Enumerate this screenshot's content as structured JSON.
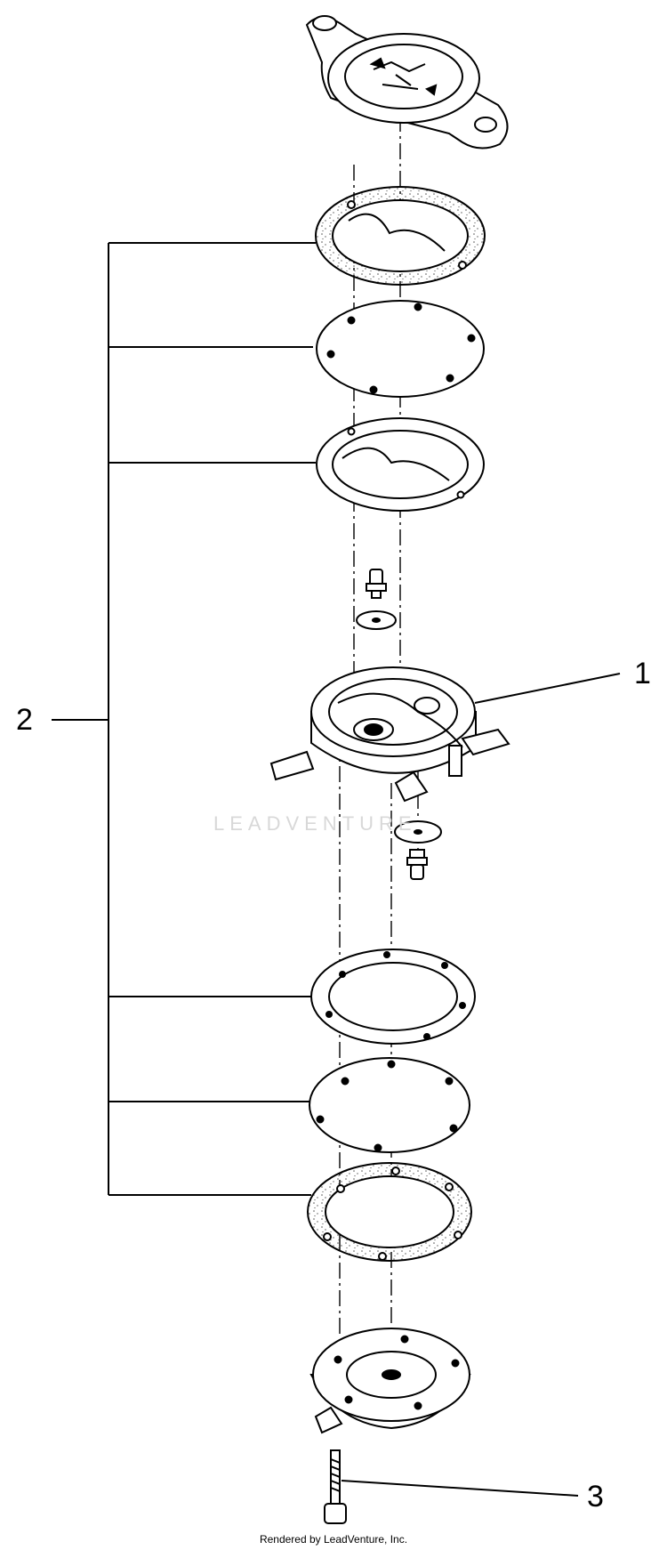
{
  "callouts": {
    "part_1": "1",
    "part_2": "2",
    "part_3": "3"
  },
  "watermark": "LEADVENTURE",
  "footer": "Rendered by LeadVenture, Inc."
}
